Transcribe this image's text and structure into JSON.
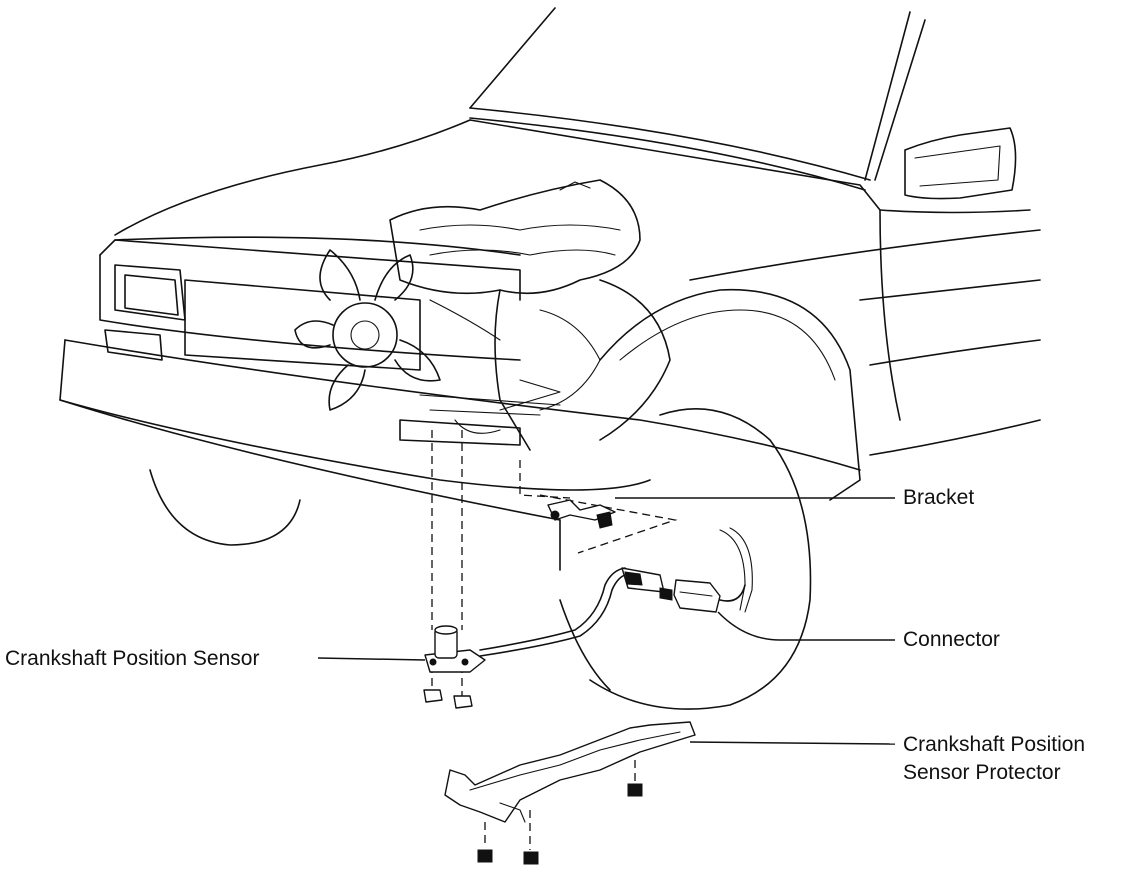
{
  "labels": {
    "bracket": "Bracket",
    "connector": "Connector",
    "sensor": "Crankshaft Position Sensor",
    "protector_line1": "Crankshaft Position",
    "protector_line2": "Sensor Protector"
  }
}
